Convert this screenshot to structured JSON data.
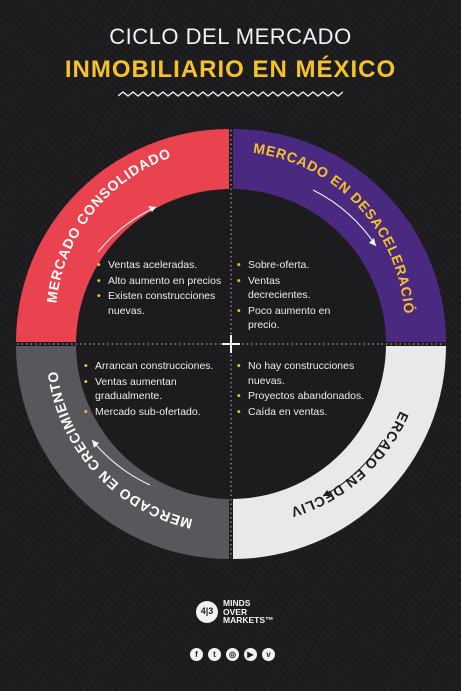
{
  "header": {
    "title_line1": "CICLO DEL MERCADO",
    "title_line2": "INMOBILIARIO EN MÉXICO"
  },
  "colors": {
    "consolidado": "#e8434e",
    "desaceleracion": "#4a2a80",
    "declive": "#e9e9ec",
    "crecimiento": "#58585c",
    "bullet": "#f6c22b",
    "background": "#1c1c1e"
  },
  "quadrants": [
    {
      "id": "consolidado",
      "label": "MERCADO CONSOLIDADO",
      "items": [
        "Ventas aceleradas.",
        "Alto aumento en precios",
        "Existen construcciones nuevas."
      ]
    },
    {
      "id": "desaceleracion",
      "label": "MERCADO EN DESACELERACIÓN",
      "items": [
        "Sobre-oferta.",
        "Ventas decrecientes.",
        "Poco aumento en precio."
      ]
    },
    {
      "id": "declive",
      "label": "MERCADO EN DECLIVE",
      "items": [
        "No hay construcciones nuevas.",
        "Proyectos abandonados.",
        "Caída en ventas."
      ]
    },
    {
      "id": "crecimiento",
      "label": "MERCADO EN CRECIMIENTO",
      "items": [
        "Arrancan construcciones.",
        "Ventas aumentan gradualmente.",
        "Mercado sub-ofertado."
      ]
    }
  ],
  "logo": {
    "mark": "4|3",
    "line1": "MINDS",
    "line2": "OVER",
    "line3": "MARKETS™"
  },
  "social_icons": [
    {
      "name": "facebook-icon",
      "glyph": "f"
    },
    {
      "name": "twitter-icon",
      "glyph": "t"
    },
    {
      "name": "instagram-icon",
      "glyph": "◎"
    },
    {
      "name": "youtube-icon",
      "glyph": "▶"
    },
    {
      "name": "vimeo-icon",
      "glyph": "v"
    }
  ]
}
